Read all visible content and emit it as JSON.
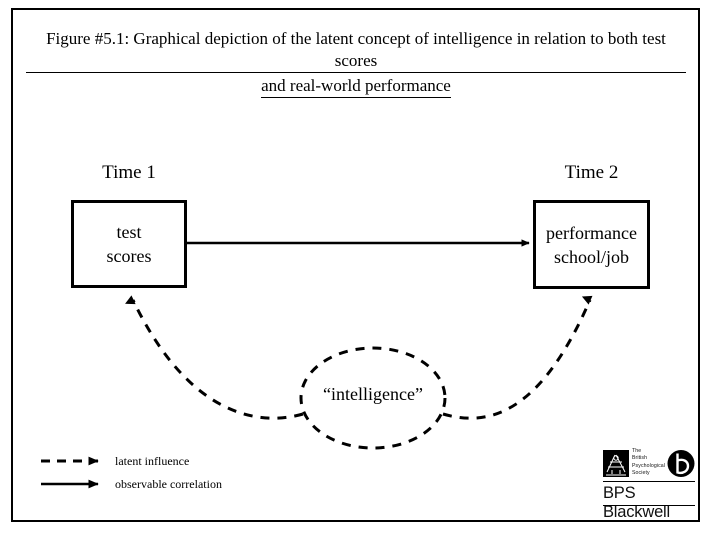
{
  "figure": {
    "title_line_1": "Figure #5.1: Graphical depiction of the latent concept of intelligence in relation to both test scores",
    "title_line_2": "and real-world performance"
  },
  "diagram": {
    "time1_label": "Time 1",
    "time2_label": "Time 2",
    "box_left": {
      "line1": "test",
      "line2": "scores"
    },
    "box_right": {
      "line1": "performance",
      "line2": "school/job"
    },
    "latent_construct": "“intelligence”"
  },
  "legend": {
    "items": [
      {
        "style": "dashed-arrow",
        "label": "latent influence"
      },
      {
        "style": "solid-arrow",
        "label": "observable correlation"
      }
    ]
  },
  "logo": {
    "society_line_1": "The",
    "society_line_2": "British",
    "society_line_3": "Psychological",
    "society_line_4": "Society",
    "wordmark": "BPS Blackwell"
  },
  "colors": {
    "ink": "#000000",
    "background": "#ffffff"
  }
}
